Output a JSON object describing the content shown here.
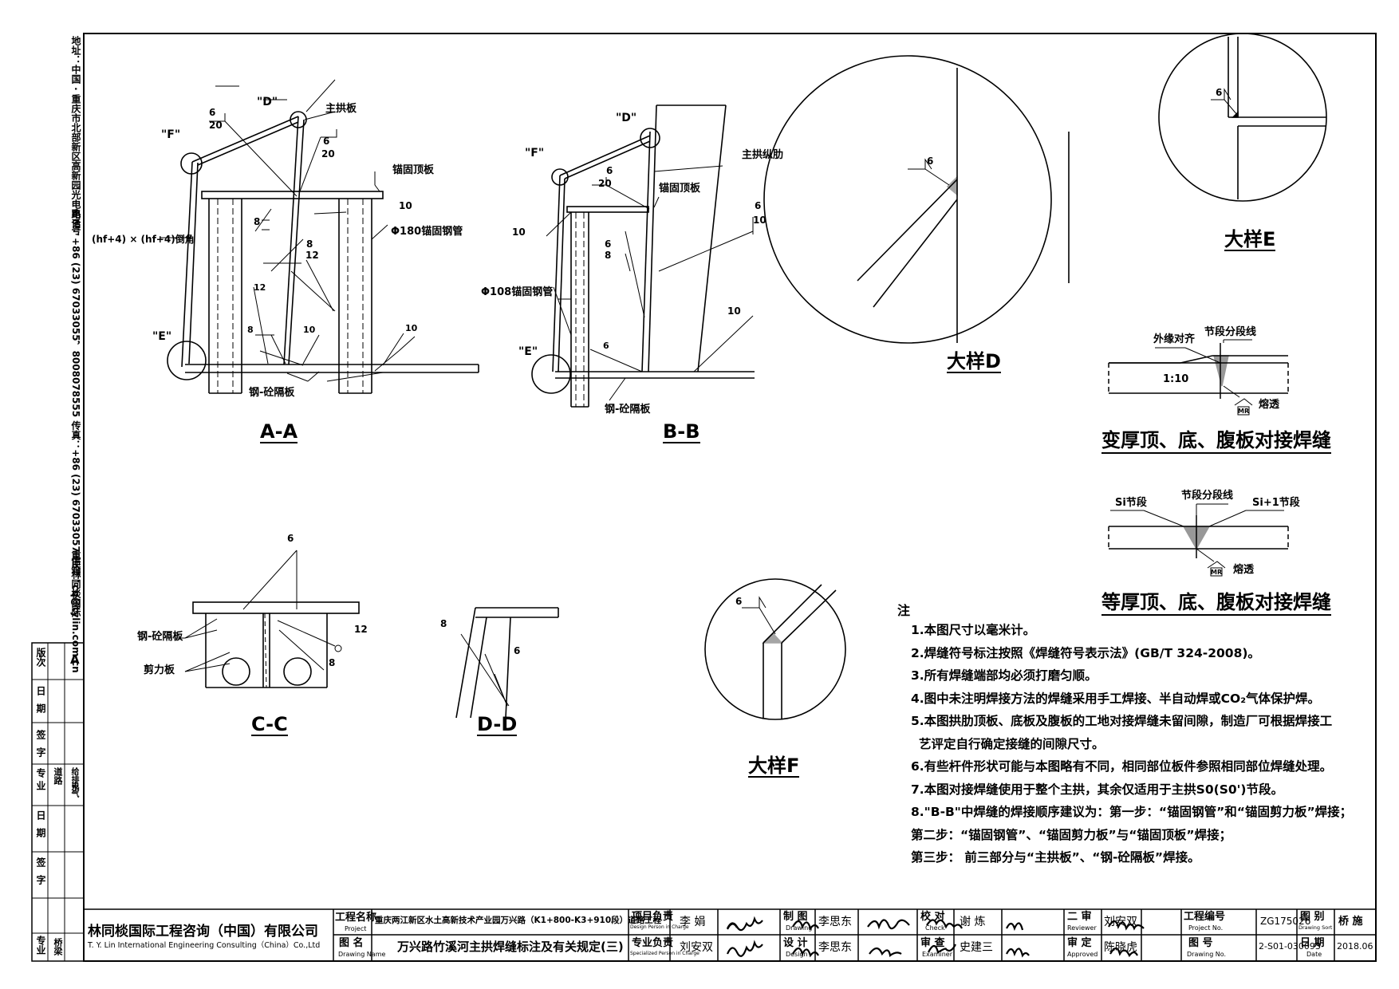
{
  "side_address": "地址：中国 · 重庆市北部新区高新园光电路6号",
  "side_contact": "电话：+86 (23) 67033055，8008078555  传真：+86 (23) 67033057  信箱：cq@tylin.com.cn",
  "side_company": "重庆林同棪国际",
  "left_strip": {
    "labels": [
      "版次",
      "日期",
      "签字",
      "专业",
      "日期",
      "签字",
      "专业"
    ],
    "version": "A",
    "disciplines": [
      "道路",
      "桥梁",
      "给排水",
      "电气"
    ]
  },
  "sections": {
    "aa": {
      "caption": "A-A",
      "labels": {
        "d": "\"D\"",
        "f": "\"F\"",
        "e": "\"E\"",
        "main_plate": "主拱板",
        "anchor_top": "锚固顶板",
        "pipe": "Φ180锚固钢管",
        "chamfer": "(hf+4) × (hf+4)倒角",
        "partition": "钢-砼隔板"
      },
      "weld_numbers": [
        "6",
        "20",
        "6",
        "20",
        "10",
        "8",
        "8",
        "12",
        "12",
        "8",
        "10",
        "10"
      ]
    },
    "bb": {
      "caption": "B-B",
      "labels": {
        "d": "\"D\"",
        "f": "\"F\"",
        "e": "\"E\"",
        "rib": "主拱纵肋",
        "anchor_top": "锚固顶板",
        "pipe": "Φ108锚固钢管",
        "partition": "钢-砼隔板"
      },
      "weld_numbers": [
        "6",
        "20",
        "10",
        "6",
        "8",
        "6",
        "10",
        "10",
        "6"
      ]
    },
    "cc": {
      "caption": "C-C",
      "labels": {
        "partition": "钢-砼隔板",
        "shear": "剪力板"
      },
      "weld_numbers": [
        "6",
        "12",
        "8"
      ]
    },
    "dd": {
      "caption": "D-D",
      "weld_numbers": [
        "8",
        "6"
      ]
    }
  },
  "details": {
    "d": {
      "caption": "大样D",
      "weld": "6"
    },
    "e": {
      "caption": "大样E",
      "weld": "6"
    },
    "f": {
      "caption": "大样F",
      "weld": "6"
    }
  },
  "butt_weld_1": {
    "caption": "变厚顶、底、腹板对接焊缝",
    "outer_align": "外缘对齐",
    "seg_line": "节段分段线",
    "slope": "1:10",
    "mr": "MR",
    "through": "熔透"
  },
  "butt_weld_2": {
    "caption": "等厚顶、底、腹板对接焊缝",
    "left_seg": "Si节段",
    "seg_line": "节段分段线",
    "right_seg": "Si+1节段",
    "mr": "MR",
    "through": "熔透"
  },
  "notes": {
    "title": "注",
    "items": [
      "1.本图尺寸以毫米计。",
      "2.焊缝符号标注按照《焊缝符号表示法》(GB/T 324-2008)。",
      "3.所有焊缝端部均必须打磨匀顺。",
      "4.图中未注明焊接方法的焊缝采用手工焊接、半自动焊或CO₂气体保护焊。",
      "5.本图拱肋顶板、底板及腹板的工地对接焊缝未留间隙，制造厂可根据焊接工",
      "  艺评定自行确定接缝的间隙尺寸。",
      "6.有些杆件形状可能与本图略有不同，相同部位板件参照相同部位焊缝处理。",
      "7.本图对接焊缝使用于整个主拱，其余仅适用于主拱S0(S0')节段。",
      "8.\"B-B\"中焊缝的焊接顺序建议为：第一步：“锚固钢管”和“锚固剪力板”焊接；",
      " 第二步：“锚固钢管”、“锚固剪力板”与“锚固顶板”焊接；",
      " 第三步：  前三部分与“主拱板”、“钢-砼隔板”焊接。"
    ]
  },
  "title_block": {
    "company_cn": "林同棪国际工程咨询（中国）有限公司",
    "company_en": "T. Y. Lin International Engineering Consulting（China）Co.,Ltd",
    "project_label": "工程名称",
    "project_label_en": "Project",
    "project_name": "重庆两江新区水土高新技术产业园万兴路（K1+800-K3+910段）道路工程",
    "drawing_label": "图  名",
    "drawing_label_en": "Drawing Name",
    "drawing_name": "万兴路竹溪河主拱焊缝标注及有关规定(三)",
    "proj_lead_label": "项目负责",
    "proj_lead_en": "Design Person in Charge",
    "proj_lead": "李  娟",
    "spec_lead_label": "专业负责",
    "spec_lead_en": "Specialized Person in Charge",
    "spec_lead": "刘安双",
    "draw_label": "制  图",
    "draw_en": "Drawing",
    "drafter": "李思东",
    "design_label": "设  计",
    "design_en": "Design",
    "designer": "李思东",
    "check_label": "校  对",
    "check_en": "Check",
    "checker": "谢  炼",
    "exam_label": "审  查",
    "exam_en": "Examiner",
    "examiner": "史建三",
    "review_label": "二  审",
    "review_en": "Reviewer",
    "reviewer": "刘安双",
    "approve_label": "审  定",
    "approve_en": "Approved",
    "approver": "陈晓虎",
    "proj_no_label": "工程编号",
    "proj_no_en": "Project No.",
    "proj_no": "ZG175026",
    "sort_label": "图  别",
    "sort_en": "Drawing Sort",
    "sort": "桥  施",
    "dwg_no_label": "图  号",
    "dwg_no_en": "Drawing No.",
    "dwg_no": "2-S01-030093",
    "date_label": "日  期",
    "date_en": "Date",
    "date": "2018.06"
  }
}
